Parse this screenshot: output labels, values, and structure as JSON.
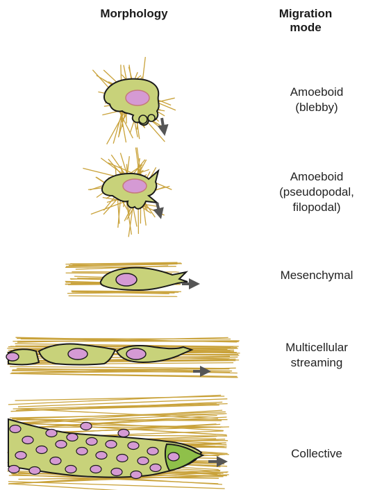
{
  "headers": {
    "morphology": "Morphology",
    "migration_mode_line1": "Migration",
    "migration_mode_line2": "mode"
  },
  "rows": [
    {
      "lines": [
        "Amoeboid",
        "(blebby)"
      ]
    },
    {
      "lines": [
        "Amoeboid",
        "(pseudopodal,",
        "filopodal)"
      ]
    },
    {
      "lines": [
        "Mesenchymal"
      ]
    },
    {
      "lines": [
        "Multicellular",
        "streaming"
      ]
    },
    {
      "lines": [
        "Collective"
      ]
    }
  ],
  "colors": {
    "fiber": "#c9a23a",
    "cell_fill": "#c8d27a",
    "nucleus": "#d59ad4",
    "arrow": "#555555",
    "leader_cell": "#8fc04a"
  }
}
